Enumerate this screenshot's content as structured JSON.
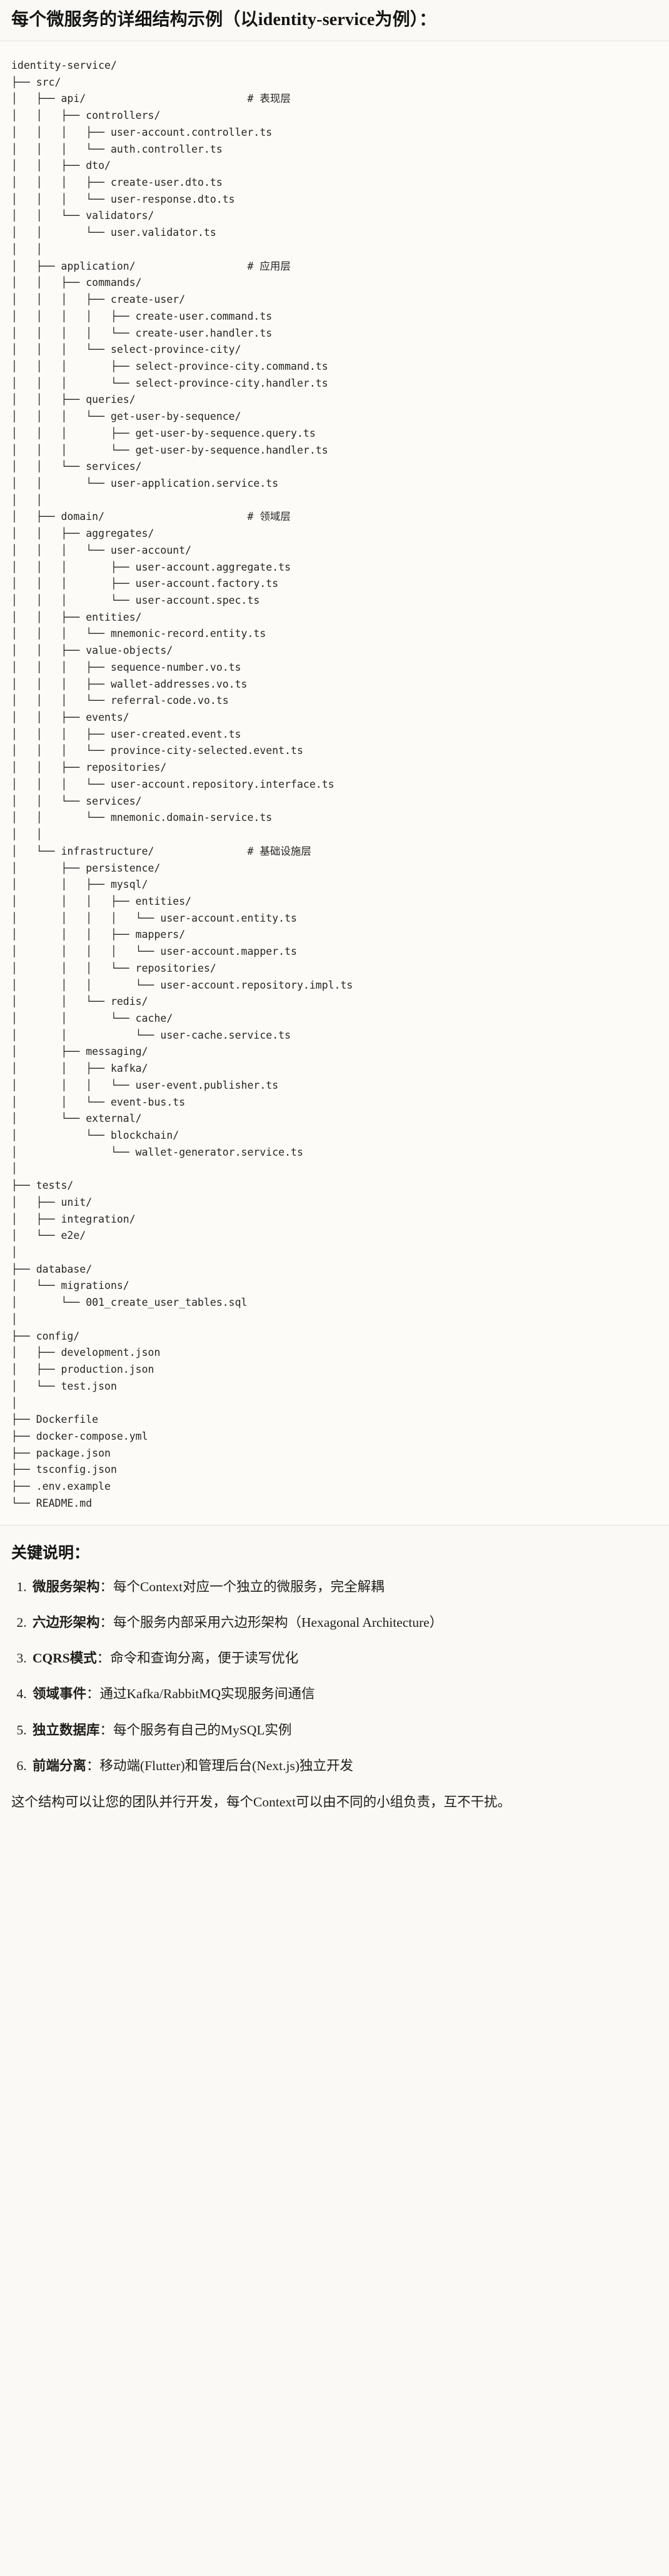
{
  "header": {
    "title": "每个微服务的详细结构示例（以identity-service为例）："
  },
  "tree": {
    "root": "identity-service/",
    "text": "identity-service/\n├── src/\n│   ├── api/                          # 表现层\n│   │   ├── controllers/\n│   │   │   ├── user-account.controller.ts\n│   │   │   └── auth.controller.ts\n│   │   ├── dto/\n│   │   │   ├── create-user.dto.ts\n│   │   │   └── user-response.dto.ts\n│   │   └── validators/\n│   │       └── user.validator.ts\n│   │\n│   ├── application/                  # 应用层\n│   │   ├── commands/\n│   │   │   ├── create-user/\n│   │   │   │   ├── create-user.command.ts\n│   │   │   │   └── create-user.handler.ts\n│   │   │   └── select-province-city/\n│   │   │       ├── select-province-city.command.ts\n│   │   │       └── select-province-city.handler.ts\n│   │   ├── queries/\n│   │   │   └── get-user-by-sequence/\n│   │   │       ├── get-user-by-sequence.query.ts\n│   │   │       └── get-user-by-sequence.handler.ts\n│   │   └── services/\n│   │       └── user-application.service.ts\n│   │\n│   ├── domain/                       # 领域层\n│   │   ├── aggregates/\n│   │   │   └── user-account/\n│   │   │       ├── user-account.aggregate.ts\n│   │   │       ├── user-account.factory.ts\n│   │   │       └── user-account.spec.ts\n│   │   ├── entities/\n│   │   │   └── mnemonic-record.entity.ts\n│   │   ├── value-objects/\n│   │   │   ├── sequence-number.vo.ts\n│   │   │   ├── wallet-addresses.vo.ts\n│   │   │   └── referral-code.vo.ts\n│   │   ├── events/\n│   │   │   ├── user-created.event.ts\n│   │   │   └── province-city-selected.event.ts\n│   │   ├── repositories/\n│   │   │   └── user-account.repository.interface.ts\n│   │   └── services/\n│   │       └── mnemonic.domain-service.ts\n│   │\n│   └── infrastructure/               # 基础设施层\n│       ├── persistence/\n│       │   ├── mysql/\n│       │   │   ├── entities/\n│       │   │   │   └── user-account.entity.ts\n│       │   │   ├── mappers/\n│       │   │   │   └── user-account.mapper.ts\n│       │   │   └── repositories/\n│       │   │       └── user-account.repository.impl.ts\n│       │   └── redis/\n│       │       └── cache/\n│       │           └── user-cache.service.ts\n│       ├── messaging/\n│       │   ├── kafka/\n│       │   │   └── user-event.publisher.ts\n│       │   └── event-bus.ts\n│       └── external/\n│           └── blockchain/\n│               └── wallet-generator.service.ts\n│\n├── tests/\n│   ├── unit/\n│   ├── integration/\n│   └── e2e/\n│\n├── database/\n│   └── migrations/\n│       └── 001_create_user_tables.sql\n│\n├── config/\n│   ├── development.json\n│   ├── production.json\n│   └── test.json\n│\n├── Dockerfile\n├── docker-compose.yml\n├── package.json\n├── tsconfig.json\n├── .env.example\n└── README.md",
    "layer_comments": [
      "# 表现层",
      "# 应用层",
      "# 领域层",
      "# 基础设施层"
    ]
  },
  "notes": {
    "heading": "关键说明：",
    "items": [
      {
        "term": "微服务架构",
        "sep": "：",
        "desc": "每个Context对应一个独立的微服务，完全解耦"
      },
      {
        "term": "六边形架构",
        "sep": "：",
        "desc": "每个服务内部采用六边形架构（Hexagonal Architecture）"
      },
      {
        "term": "CQRS模式",
        "sep": "：",
        "desc": "命令和查询分离，便于读写优化"
      },
      {
        "term": "领域事件",
        "sep": "：",
        "desc": "通过Kafka/RabbitMQ实现服务间通信"
      },
      {
        "term": "独立数据库",
        "sep": "：",
        "desc": "每个服务有自己的MySQL实例"
      },
      {
        "term": "前端分离",
        "sep": "：",
        "desc": "移动端(Flutter)和管理后台(Next.js)独立开发"
      }
    ],
    "closing": "这个结构可以让您的团队并行开发，每个Context可以由不同的小组负责，互不干扰。"
  }
}
